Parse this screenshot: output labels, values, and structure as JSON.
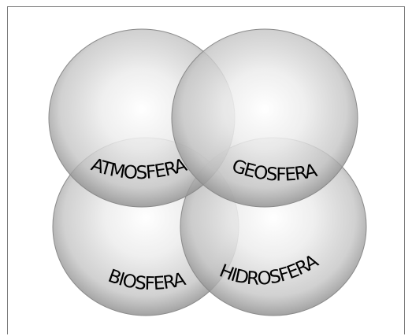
{
  "diagram": {
    "spheres": [
      {
        "id": "atmosfera",
        "label": "ATMOSFERA"
      },
      {
        "id": "geosfera",
        "label": "GEOSFERA"
      },
      {
        "id": "biosfera",
        "label": "BIOSFERA"
      },
      {
        "id": "hidrosfera",
        "label": "HIDROSFERA"
      }
    ],
    "colors": {
      "sphere_highlight": "#ffffff",
      "sphere_mid": "#dcdcdc",
      "sphere_edge": "#8e8e8e",
      "frame_border": "#7a7a7a",
      "text": "#000000"
    }
  }
}
